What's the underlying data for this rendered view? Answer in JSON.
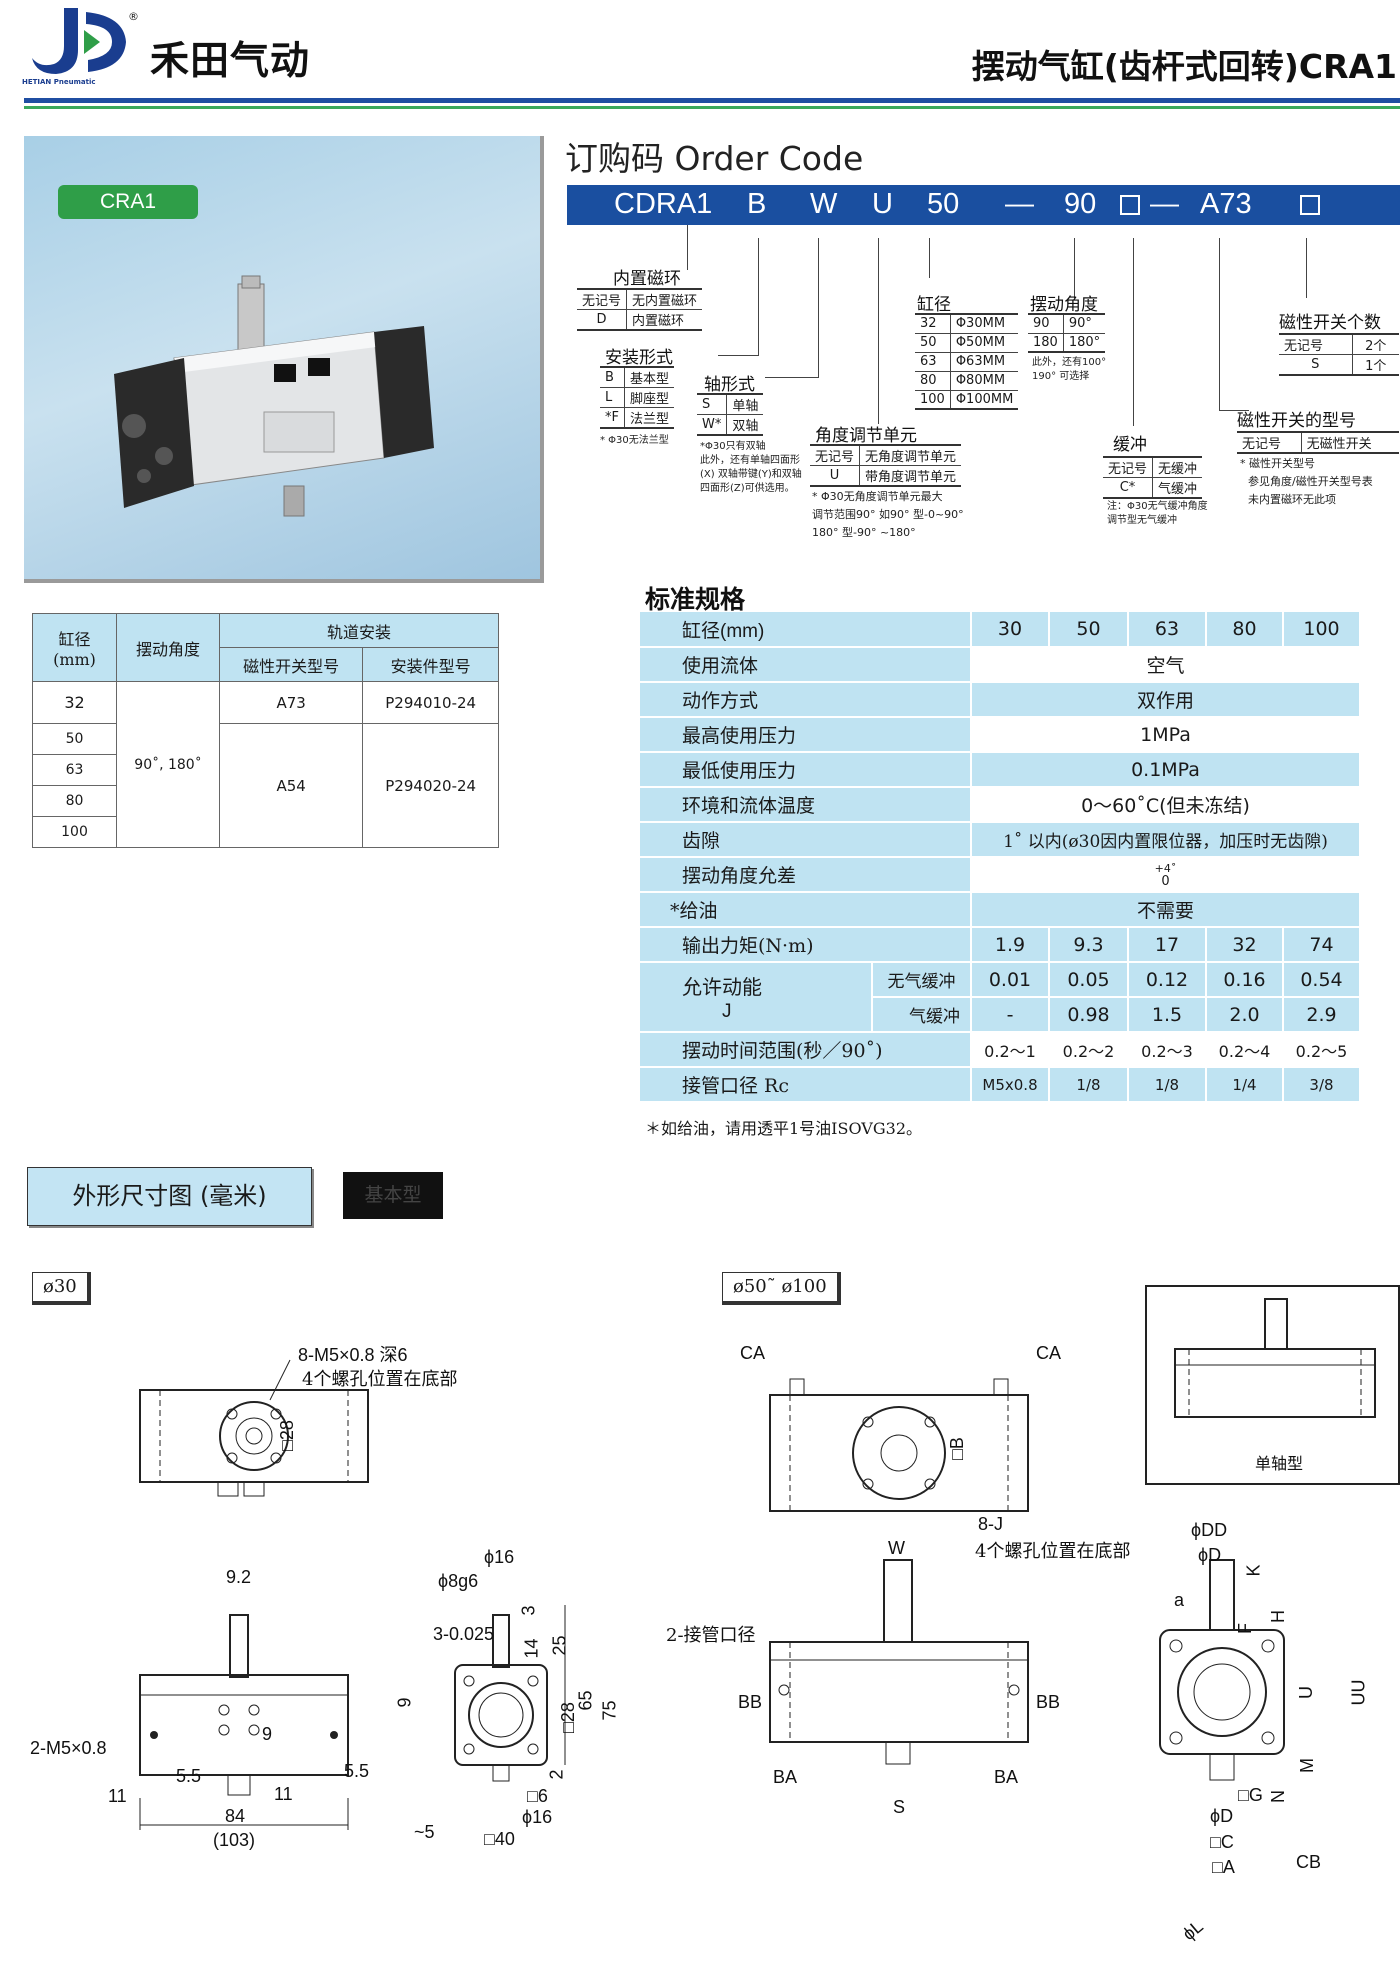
{
  "header": {
    "brand_name": "禾田气动",
    "brand_sub": "HETIAN Pneumatic",
    "registered": "®",
    "title": "摆动气缸(齿杆式回转)CRA1"
  },
  "photo": {
    "badge": "CRA1"
  },
  "order_code": {
    "title": "订购码 Order Code",
    "segments": [
      "CDRA1",
      "B",
      "W",
      "U",
      "50",
      "—",
      "90",
      "—",
      "A73"
    ],
    "magnet": {
      "title": "内置磁环",
      "rows": [
        [
          "无记号",
          "无内置磁环"
        ],
        [
          "D",
          "内置磁环"
        ]
      ]
    },
    "mount": {
      "title": "安装形式",
      "rows": [
        [
          "B",
          "基本型"
        ],
        [
          "L",
          "脚座型"
        ],
        [
          "*F",
          "法兰型"
        ]
      ],
      "note": "* Φ30无法兰型"
    },
    "shaft": {
      "title": "轴形式",
      "rows": [
        [
          "S",
          "单轴"
        ],
        [
          "W*",
          "双轴"
        ]
      ],
      "note1": "*Φ30只有双轴",
      "note2": "此外，还有单轴四面形",
      "note3": "(X) 双轴带键(Y)和双轴",
      "note4": "四面形(Z)可供选用。"
    },
    "bore": {
      "title": "缸径",
      "rows": [
        [
          "32",
          "Φ30MM"
        ],
        [
          "50",
          "Φ50MM"
        ],
        [
          "63",
          "Φ63MM"
        ],
        [
          "80",
          "Φ80MM"
        ],
        [
          "100",
          "Φ100MM"
        ]
      ]
    },
    "angle": {
      "title": "摆动角度",
      "rows": [
        [
          "90",
          "90°"
        ],
        [
          "180",
          "180°"
        ]
      ],
      "note1": "此外，还有100°",
      "note2": "190°  可选择"
    },
    "adjust": {
      "title": "角度调节单元",
      "rows": [
        [
          "无记号",
          "无角度调节单元"
        ],
        [
          "U",
          "带角度调节单元"
        ]
      ],
      "note1": "* Φ30无角度调节单元最大",
      "note2": "调节范围90°  如90° 型-0~90°",
      "note3": "180° 型-90°  ~180°"
    },
    "cushion": {
      "title": "缓冲",
      "rows": [
        [
          "无记号",
          "无缓冲"
        ],
        [
          "C*",
          "气缓冲"
        ]
      ],
      "note1": "注：Φ30无气缓冲角度",
      "note2": "调节型无气缓冲"
    },
    "switch_count": {
      "title": "磁性开关个数",
      "rows": [
        [
          "无记号",
          "2个"
        ],
        [
          "S",
          "1个"
        ]
      ]
    },
    "switch_type": {
      "title": "磁性开关的型号",
      "rows": [
        [
          "无记号",
          "无磁性开关"
        ]
      ],
      "note1": "* 磁性开关型号",
      "note2": "参见角度/磁性开关型号表",
      "note3": "未内置磁环无此项"
    }
  },
  "track_table": {
    "h_bore": "缸径",
    "h_bore_unit": "(mm)",
    "h_angle": "摆动角度",
    "h_track": "轨道安装",
    "h_switch": "磁性开关型号",
    "h_part": "安装件型号",
    "bores": [
      "32",
      "50",
      "63",
      "80",
      "100"
    ],
    "angle": "90˚, 180˚",
    "rows": [
      {
        "switch": "A73",
        "part": "P294010-24"
      },
      {
        "switch": "A54",
        "part": "P294020-24"
      }
    ]
  },
  "spec": {
    "title": "标准规格",
    "bore_label": "缸径(mm)",
    "bores": [
      "30",
      "50",
      "63",
      "80",
      "100"
    ],
    "fluid_label": "使用流体",
    "fluid": "空气",
    "action_label": "动作方式",
    "action": "双作用",
    "pmax_label": "最高使用压力",
    "pmax": "1MPa",
    "pmin_label": "最低使用压力",
    "pmin": "0.1MPa",
    "temp_label": "环境和流体温度",
    "temp": "0～60˚C(但未冻结)",
    "backlash_label": "齿隙",
    "backlash": "1˚ 以内(ø30因内置限位器，加压时无齿隙)",
    "tol_label": "摆动角度允差",
    "tol_top": "+4˚",
    "tol_bottom": "0",
    "oil_label": "*给油",
    "oil": "不需要",
    "torque_label": "输出力矩(N·m)",
    "torque": [
      "1.9",
      "9.3",
      "17",
      "32",
      "74"
    ],
    "energy_label": "允许动能",
    "energy_unit": "J",
    "no_cushion_label": "无气缓冲",
    "no_cushion": [
      "0.01",
      "0.05",
      "0.12",
      "0.16",
      "0.54"
    ],
    "air_cushion_label": "气缓冲",
    "air_cushion": [
      "-",
      "0.98",
      "1.5",
      "2.0",
      "2.9"
    ],
    "time_label": "摆动时间范围(秒／90˚)",
    "time": [
      "0.2～1",
      "0.2～2",
      "0.2～3",
      "0.2～4",
      "0.2～5"
    ],
    "port_label": "接管口径 Rc",
    "port": [
      "M5x0.8",
      "1/8",
      "1/8",
      "1/4",
      "3/8"
    ],
    "note": "＊如给油，请用透平1号油ISOVG32。"
  },
  "dimensions": {
    "title": "外形尺寸图 (毫米)",
    "type_tab": "基本型",
    "size30": "ø30",
    "size50": "ø50˜ ø100",
    "single_shaft": "单轴型",
    "labels30": {
      "thread": "8-M5×0.8 深6",
      "thread_note": "4个螺孔位置在底部",
      "sq28": "□28",
      "d92": "9.2",
      "d9": "9",
      "m5": "2-M5×0.8",
      "d55a": "5.5",
      "d55b": "5.5",
      "d11a": "11",
      "d11b": "11",
      "d84": "84",
      "d103": "(103)",
      "phi16": "ϕ16",
      "phi8": "ϕ8g6",
      "d3tol": "3-0.025",
      "d3": "3",
      "d14": "14",
      "d25": "25",
      "d65": "65",
      "d75": "75",
      "d2": "2",
      "d9s": "9",
      "sq28b": "□28",
      "sq6": "□6",
      "phi16b": "ϕ16",
      "d5": "~5",
      "sq40": "□40"
    },
    "labels50": {
      "ca1": "CA",
      "ca2": "CA",
      "sqb": "□B",
      "j": "8-J",
      "j_note": "4个螺孔位置在底部",
      "w": "W",
      "port": "2-接管口径",
      "bb1": "BB",
      "bb2": "BB",
      "ba1": "BA",
      "ba2": "BA",
      "s": "S",
      "dd": "ϕDD",
      "d": "ϕD",
      "k": "K",
      "h": "H",
      "f": "F",
      "a": "a",
      "u": "U",
      "uu": "UU",
      "m": "M",
      "g": "□G",
      "n": "N",
      "d2": "ϕD",
      "c": "□C",
      "sa": "□A",
      "cb": "CB",
      "l": "ϕL"
    }
  }
}
